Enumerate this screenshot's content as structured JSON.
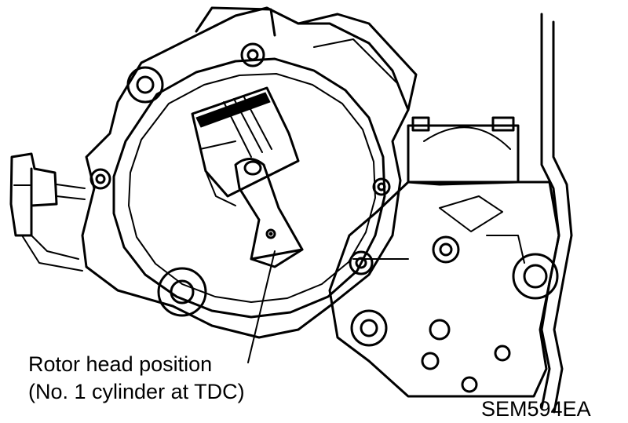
{
  "callout": {
    "line1": "Rotor head position",
    "line2": "(No. 1 cylinder at TDC)"
  },
  "figure_id": "SEM594EA"
}
